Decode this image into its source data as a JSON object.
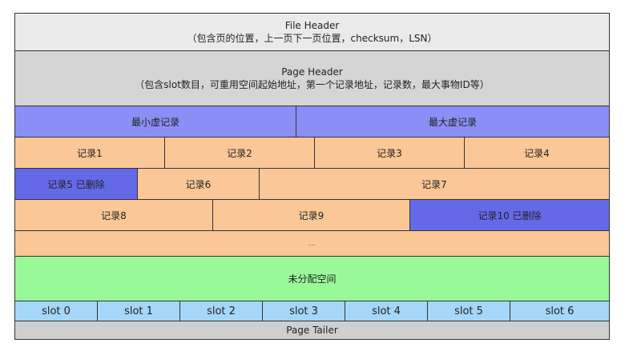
{
  "file_header": {
    "title": "File Header",
    "note": "（包含页的位置，上一页下一页位置，checksum，LSN）"
  },
  "page_header": {
    "title": "Page Header",
    "note": "（包含slot数目，可重用空间起始地址，第一个记录地址，记录数，最大事物ID等）"
  },
  "virtual_records": {
    "min": "最小虚记录",
    "max": "最大虚记录"
  },
  "record_rows": [
    [
      "记录1",
      "记录2",
      "记录3",
      "记录4"
    ],
    [
      "记录5 已删除",
      "记录6",
      "记录7"
    ],
    [
      "记录8",
      "记录9",
      "记录10 已删除"
    ]
  ],
  "ellipsis": "...",
  "free_space": "未分配空间",
  "slots": [
    "slot 0",
    "slot 1",
    "slot 2",
    "slot 3",
    "slot 4",
    "slot 5",
    "slot 6"
  ],
  "page_tailer": "Page Tailer",
  "colors": {
    "record": "#fbc797",
    "virtual_record": "#8a8ff5",
    "deleted_record": "#6469e8",
    "free_space": "#99f999",
    "slot": "#a6d7f8",
    "header": "#eaeaea"
  }
}
